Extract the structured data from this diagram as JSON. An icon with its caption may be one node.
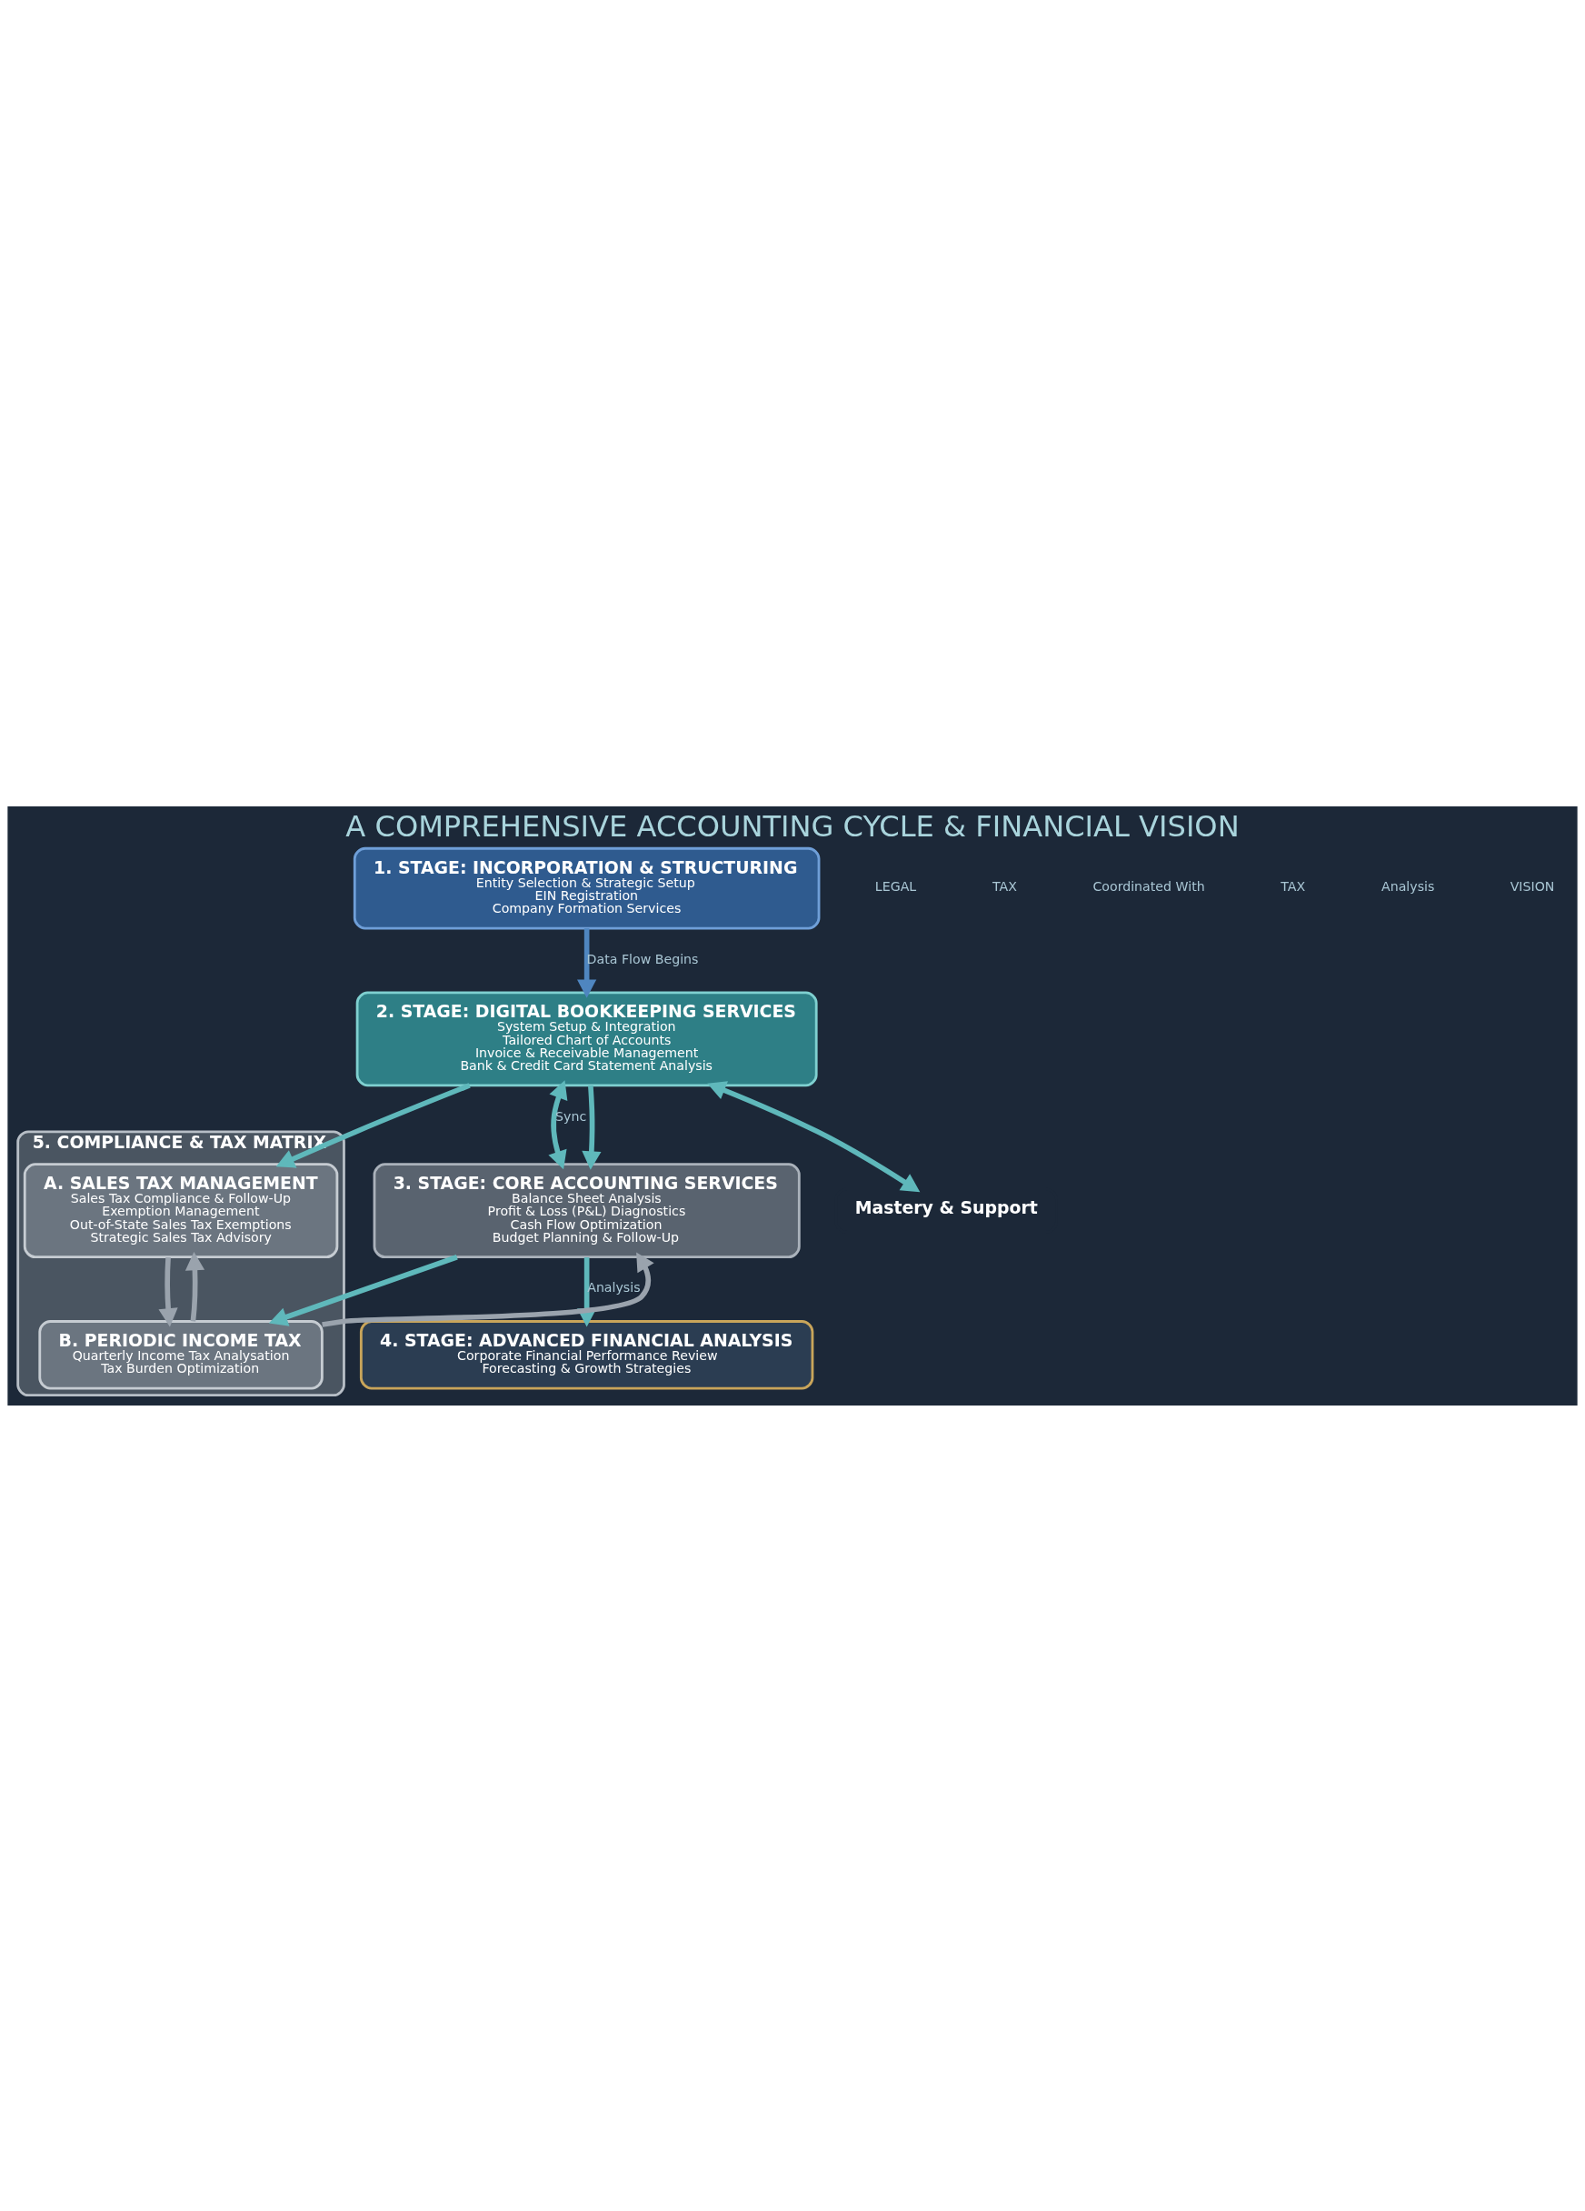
{
  "diagram": {
    "title": "A COMPREHENSIVE ACCOUNTING CYCLE & FINANCIAL VISION",
    "nodes": [
      {
        "text": [
          "1. STAGE: INCORPORATION & STRUCTURING",
          "Entity Selection & Strategic Setup",
          "EIN Registration",
          "Company Formation Services"
        ]
      },
      {
        "text": [
          "2. STAGE: DIGITAL BOOKKEEPING SERVICES",
          "System Setup & Integration",
          "Tailored Chart of Accounts",
          "Invoice & Receivable Management",
          "Bank & Credit Card Statement Analysis"
        ]
      },
      {
        "text": [
          "3. STAGE: CORE ACCOUNTING SERVICES",
          "Balance Sheet Analysis",
          "Profit & Loss (P&L) Diagnostics",
          "Cash Flow Optimization",
          "Budget Planning & Follow-Up"
        ]
      },
      {
        "text": [
          "4. STAGE: ADVANCED FINANCIAL ANALYSIS",
          "Corporate Financial Performance Review",
          "Forecasting & Growth Strategies"
        ]
      },
      {
        "text": [
          "5. COMPLIANCE & TAX MATRIX"
        ]
      },
      {
        "text": [
          "A. SALES TAX MANAGEMENT",
          "Sales Tax Compliance & Follow-Up",
          "Exemption Management",
          "Out-of-State Sales Tax Exemptions",
          "Strategic Sales Tax Advisory"
        ],
        "in": 4
      },
      {
        "text": [
          "B. PERIODIC INCOME TAX",
          "Quarterly Income Tax Analysation",
          "Tax Burden Optimization"
        ],
        "in": 4
      },
      {
        "text": [
          "Mastery & Support"
        ]
      }
    ],
    "edges": [
      {
        "from": 0,
        "to": 1,
        "arrow": "to",
        "label": "Data Flow Begins"
      },
      {
        "from": 1,
        "to": 5,
        "arrow": "to"
      },
      {
        "from": 1,
        "to": 2,
        "arrow": "both",
        "label": "Sync"
      },
      {
        "from": 1,
        "to": 2,
        "arrow": "to"
      },
      {
        "from": 1,
        "to": 7,
        "arrow": "both"
      },
      {
        "from": 6,
        "to": 5,
        "arrow": "to"
      },
      {
        "from": 5,
        "to": 6,
        "arrow": "to"
      },
      {
        "from": 6,
        "to": 2,
        "arrow": "to"
      },
      {
        "from": 2,
        "to": 6,
        "arrow": "to"
      },
      {
        "from": 2,
        "to": 3,
        "arrow": "to",
        "label": "Analysis"
      }
    ],
    "labels": [
      "LEGAL",
      "TAX",
      "Coordinated With",
      "TAX",
      "Analysis",
      "VISION"
    ]
  }
}
